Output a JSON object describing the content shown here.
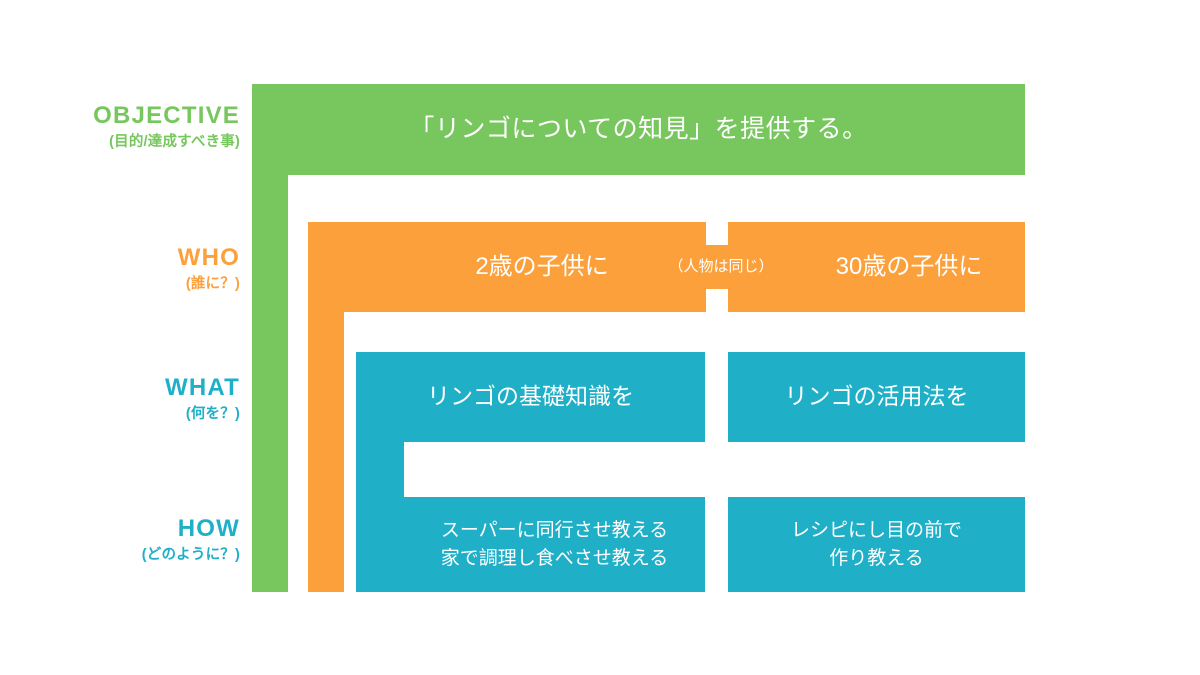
{
  "diagram": {
    "title_text": "",
    "colors": {
      "objective": "#77C75E",
      "who": "#FCA03C",
      "what": "#1FB0C8",
      "how": "#1FB0C8",
      "background": "#ffffff",
      "bar_text": "#ffffff"
    },
    "rows": [
      {
        "key": "objective",
        "label_en": "OBJECTIVE",
        "label_ja": "(目的/達成すべき事)",
        "color": "#77C75E"
      },
      {
        "key": "who",
        "label_en": "WHO",
        "label_ja": "(誰に？)",
        "color": "#FCA03C"
      },
      {
        "key": "what",
        "label_en": "WHAT",
        "label_ja": "(何を？)",
        "color": "#1FB0C8"
      },
      {
        "key": "how",
        "label_en": "HOW",
        "label_ja": "(どのように？)",
        "color": "#1FB0C8"
      }
    ],
    "content": {
      "objective": "「リンゴについての知見」を提供する。",
      "who_left": "2歳の子供に",
      "who_note": "（人物は同じ）",
      "who_right": "30歳の子供に",
      "what_left": "リンゴの基礎知識を",
      "what_right": "リンゴの活用法を",
      "how_left": "スーパーに同行させ教える\n家で調理し食べさせ教える",
      "how_right": "レシピにし目の前で\n作り教える"
    }
  }
}
